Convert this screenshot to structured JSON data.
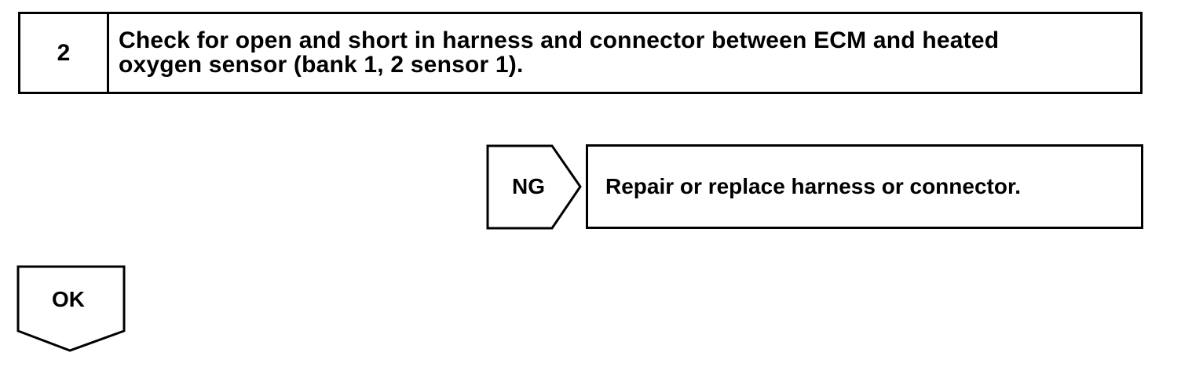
{
  "step": {
    "number": "2",
    "title_line1": "Check for open and short in harness and connector between ECM and heated",
    "title_line2": "oxygen sensor (bank 1, 2 sensor 1)."
  },
  "ng_branch": {
    "label": "NG",
    "action": "Repair or replace harness or connector."
  },
  "ok_branch": {
    "label": "OK"
  }
}
